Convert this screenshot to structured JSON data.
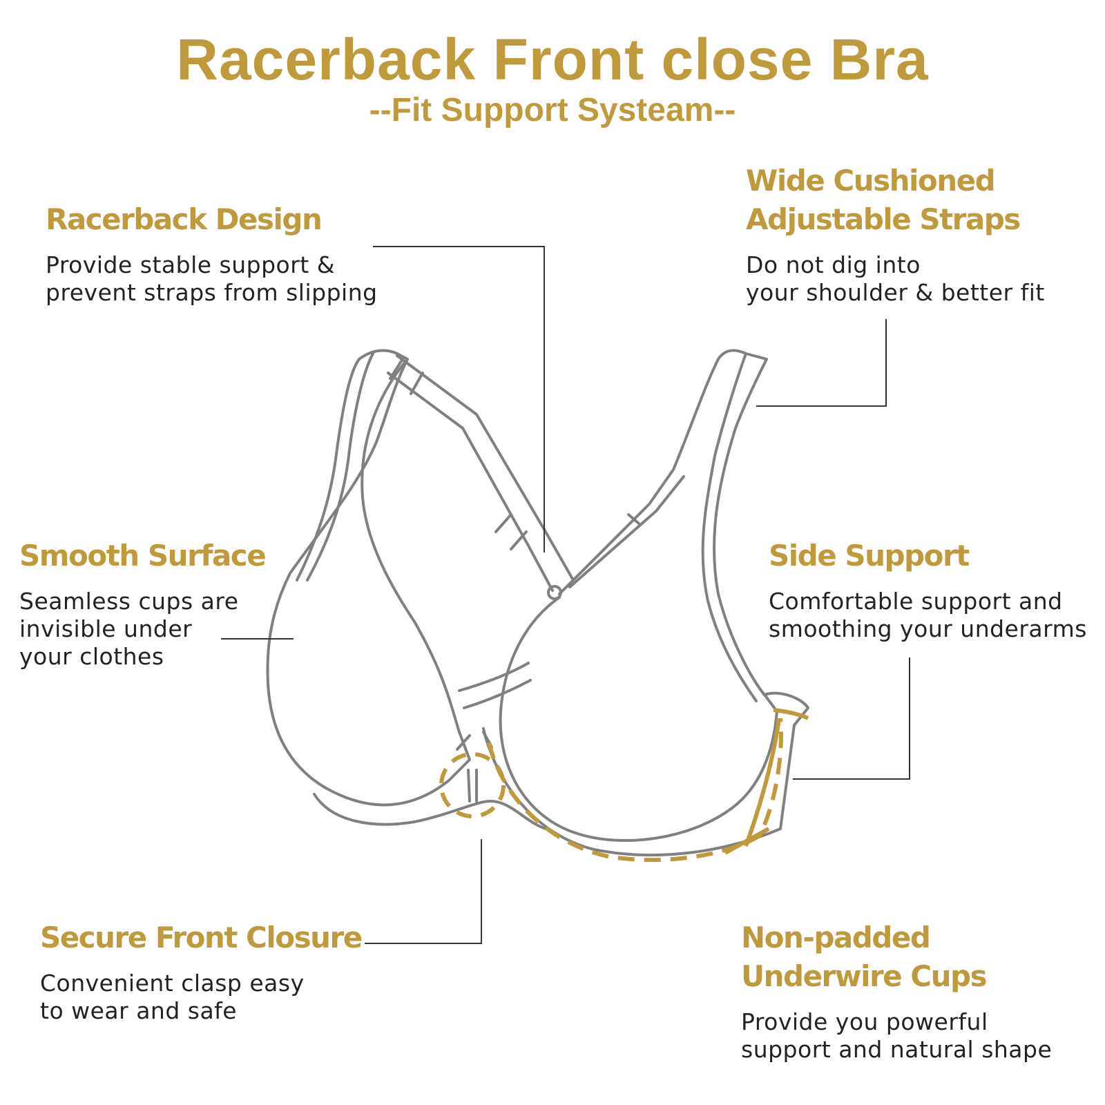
{
  "header": {
    "title": "Racerback Front close Bra",
    "subtitle": "--Fit Support Systeam--"
  },
  "features": [
    {
      "id": "racerback",
      "title_lines": [
        "Racerback Design"
      ],
      "desc_lines": [
        "Provide stable support &",
        "prevent straps from slipping"
      ]
    },
    {
      "id": "straps",
      "title_lines": [
        "Wide Cushioned",
        "Adjustable Straps"
      ],
      "desc_lines": [
        "Do not dig into",
        "your shoulder & better fit"
      ]
    },
    {
      "id": "surface",
      "title_lines": [
        "Smooth Surface"
      ],
      "desc_lines": [
        "Seamless cups are",
        "invisible under",
        "your clothes"
      ]
    },
    {
      "id": "side",
      "title_lines": [
        "Side Support"
      ],
      "desc_lines": [
        "Comfortable support and",
        "smoothing your underarms"
      ]
    },
    {
      "id": "closure",
      "title_lines": [
        "Secure Front Closure"
      ],
      "desc_lines": [
        "Convenient clasp easy",
        "to wear and safe"
      ]
    },
    {
      "id": "underwire",
      "title_lines": [
        "Non-padded",
        "Underwire Cups"
      ],
      "desc_lines": [
        "Provide you powerful",
        "support and natural shape"
      ]
    }
  ],
  "colors": {
    "accent": "#bf9a3c",
    "outline": "#808080",
    "text": "#222222",
    "leader": "#333333"
  }
}
